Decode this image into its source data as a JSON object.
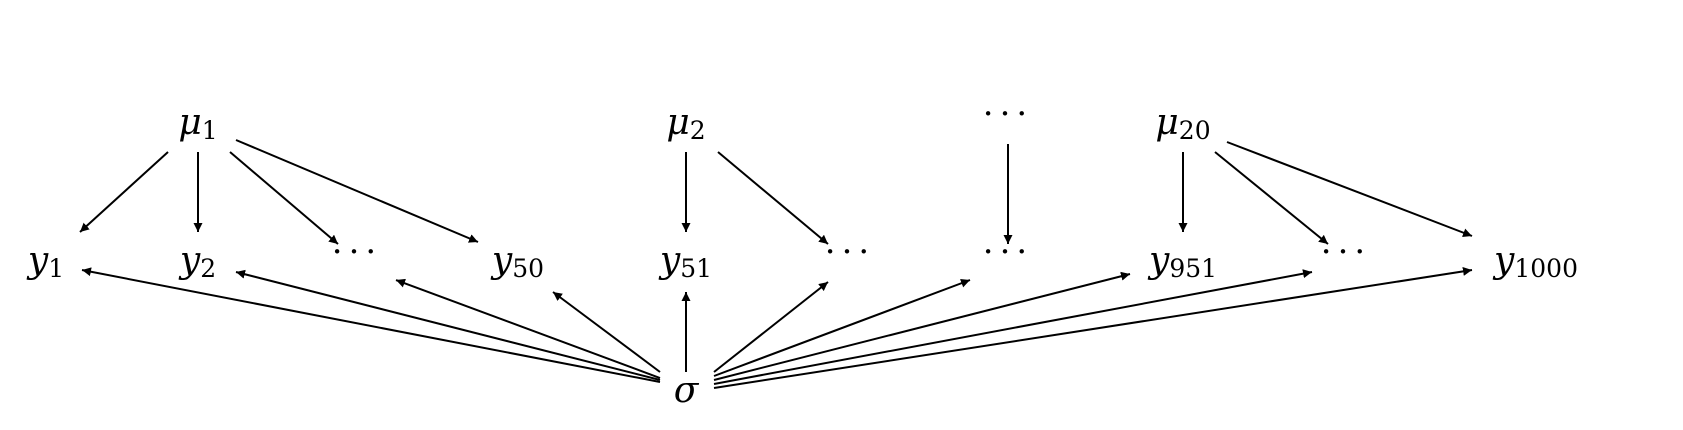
{
  "diagram": {
    "nodes": [
      {
        "id": "mu1",
        "base": "μ",
        "sub": "1"
      },
      {
        "id": "mu2",
        "base": "μ",
        "sub": "2"
      },
      {
        "id": "mudots",
        "base": "···",
        "sub": ""
      },
      {
        "id": "mu20",
        "base": "μ",
        "sub": "20"
      },
      {
        "id": "y1",
        "base": "y",
        "sub": "1"
      },
      {
        "id": "y2",
        "base": "y",
        "sub": "2"
      },
      {
        "id": "ydots1",
        "base": "···",
        "sub": ""
      },
      {
        "id": "y50",
        "base": "y",
        "sub": "50"
      },
      {
        "id": "y51",
        "base": "y",
        "sub": "51"
      },
      {
        "id": "ydots2",
        "base": "···",
        "sub": ""
      },
      {
        "id": "ydots3",
        "base": "···",
        "sub": ""
      },
      {
        "id": "y951",
        "base": "y",
        "sub": "951"
      },
      {
        "id": "ydots4",
        "base": "···",
        "sub": ""
      },
      {
        "id": "y1000",
        "base": "y",
        "sub": "1000"
      },
      {
        "id": "sigma",
        "base": "σ",
        "sub": ""
      }
    ],
    "edges": [
      {
        "from": "mu1",
        "to": "y1"
      },
      {
        "from": "mu1",
        "to": "y2"
      },
      {
        "from": "mu1",
        "to": "ydots1"
      },
      {
        "from": "mu1",
        "to": "y50"
      },
      {
        "from": "mu2",
        "to": "y51"
      },
      {
        "from": "mu2",
        "to": "ydots2"
      },
      {
        "from": "mudots",
        "to": "ydots3"
      },
      {
        "from": "mu20",
        "to": "y951"
      },
      {
        "from": "mu20",
        "to": "ydots4"
      },
      {
        "from": "mu20",
        "to": "y1000"
      },
      {
        "from": "sigma",
        "to": "y1"
      },
      {
        "from": "sigma",
        "to": "y2"
      },
      {
        "from": "sigma",
        "to": "ydots1"
      },
      {
        "from": "sigma",
        "to": "y50"
      },
      {
        "from": "sigma",
        "to": "y51"
      },
      {
        "from": "sigma",
        "to": "ydots2"
      },
      {
        "from": "sigma",
        "to": "ydots3"
      },
      {
        "from": "sigma",
        "to": "y951"
      },
      {
        "from": "sigma",
        "to": "ydots4"
      },
      {
        "from": "sigma",
        "to": "y1000"
      }
    ]
  }
}
